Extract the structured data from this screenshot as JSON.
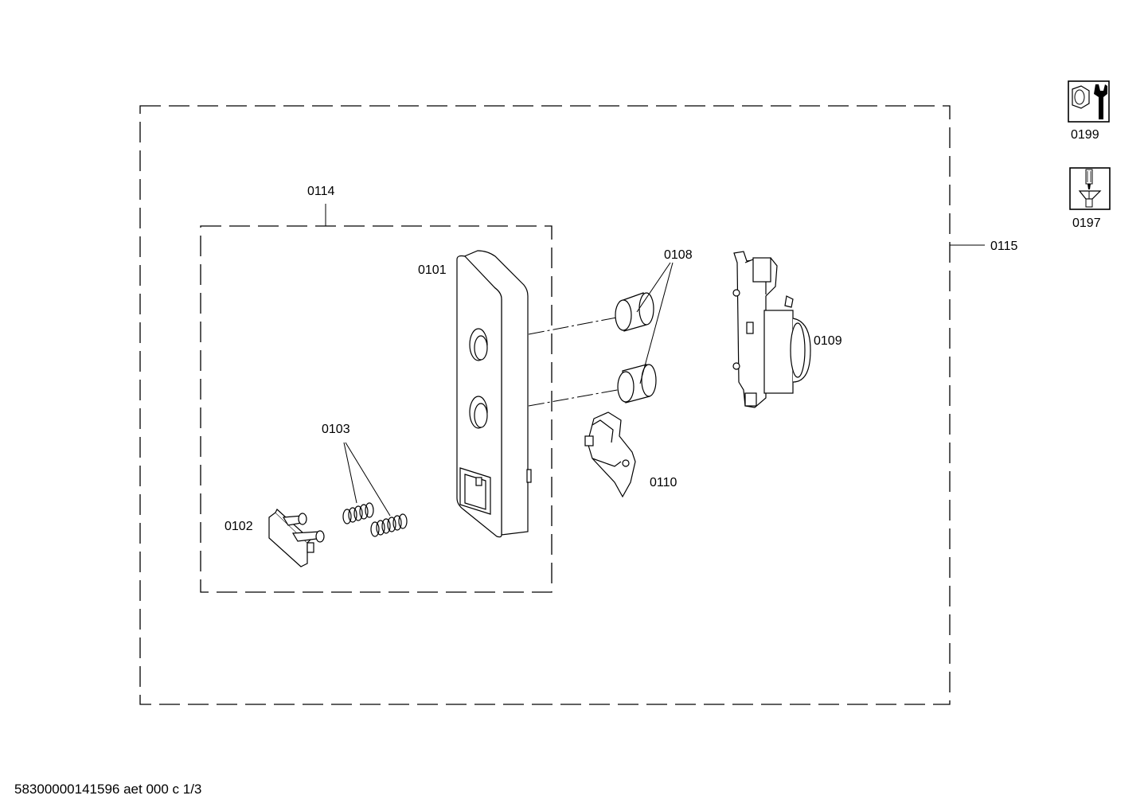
{
  "labels": {
    "p0101": "0101",
    "p0102": "0102",
    "p0103": "0103",
    "p0108": "0108",
    "p0109": "0109",
    "p0110": "0110",
    "p0114": "0114",
    "p0115": "0115",
    "p0197": "0197",
    "p0199": "0199"
  },
  "icons": {
    "p0199": "hex-nut-wrench-icon",
    "p0197": "screw-screwdriver-icon"
  },
  "footer": {
    "drawing_id": "58300000141596 aet 000 c 1/3"
  }
}
